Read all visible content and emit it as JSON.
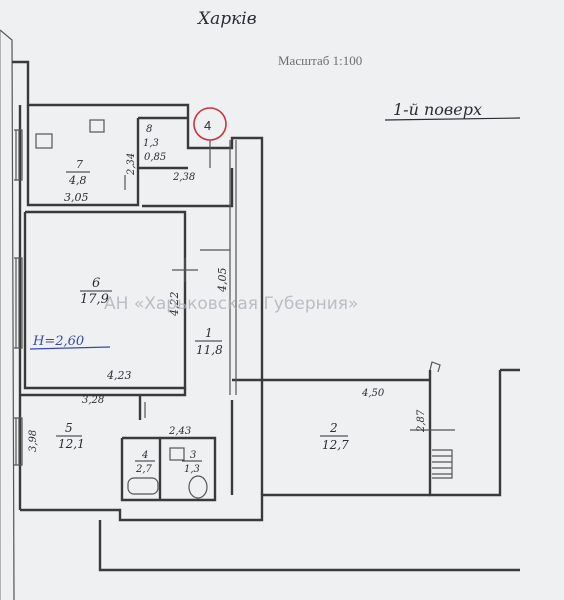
{
  "header": {
    "city": "Харків",
    "scale": "Масштаб 1:100",
    "floor": "1-й поверх",
    "stamp": "4"
  },
  "watermark": "АН «Харьковская Губерния»",
  "ceiling_height": "Н=2,60",
  "rooms": [
    {
      "num": "7",
      "area": "4,8"
    },
    {
      "num": "8",
      "area": "1,3"
    },
    {
      "num": "6",
      "area": "17,9"
    },
    {
      "num": "1",
      "area": "11,8"
    },
    {
      "num": "5",
      "area": "12,1"
    },
    {
      "num": "4",
      "area": "2,7"
    },
    {
      "num": "3",
      "area": "1,3"
    },
    {
      "num": "2",
      "area": "12,7"
    }
  ],
  "dimensions": {
    "d234": "2,34",
    "d085": "0,85",
    "d238": "2,38",
    "d305": "3,05",
    "d405": "4,05",
    "d422": "4,22",
    "d423": "4,23",
    "d328": "3,28",
    "d398": "3,98",
    "d243": "2,43",
    "d450": "4,50",
    "d287": "2,87"
  },
  "colors": {
    "paper": "#eef0f2",
    "lines": "#3a3a3a",
    "ink": "#3848a8",
    "stamp": "#c8343a"
  }
}
